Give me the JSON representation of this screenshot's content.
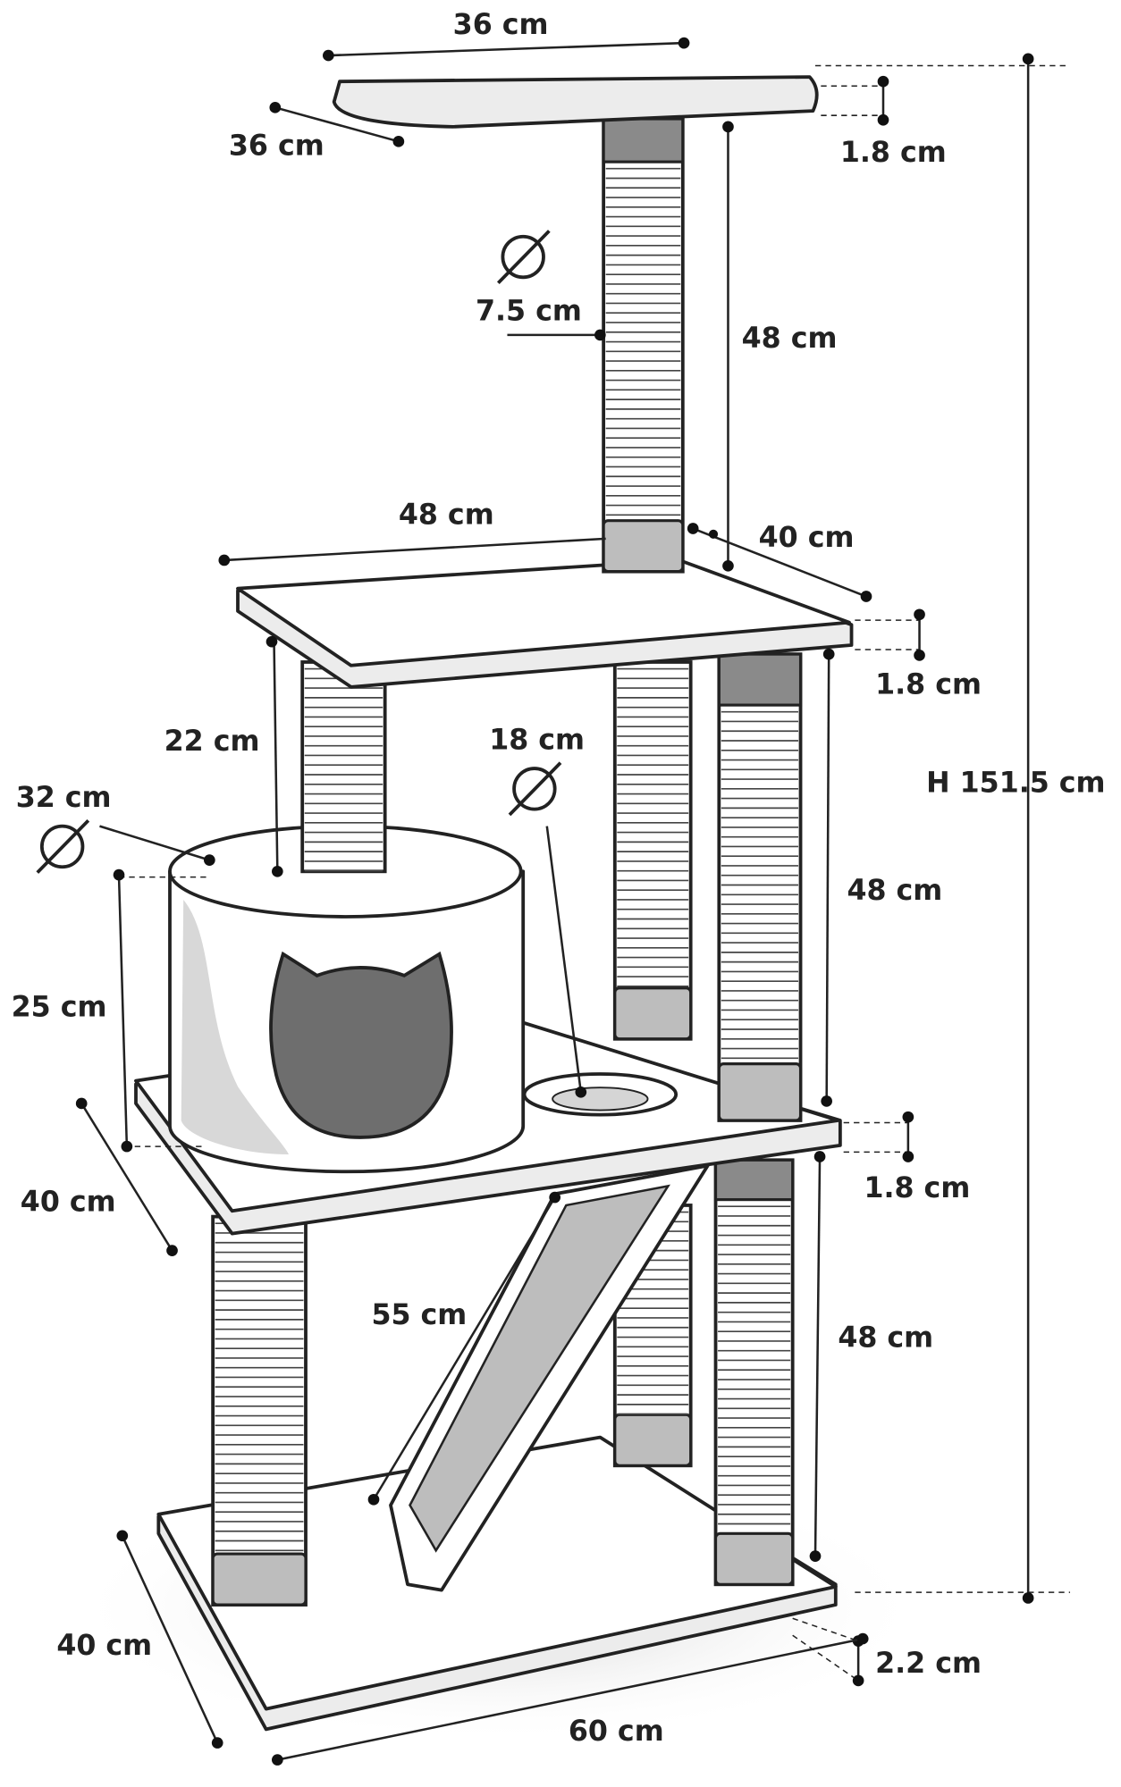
{
  "title": "Cat tree dimensions",
  "labels": {
    "top_width": "36 cm",
    "top_depth": "36 cm",
    "top_thickness": "1.8 cm",
    "post_diameter": "7.5 cm",
    "top_post_height": "48 cm",
    "mid_width": "48 cm",
    "mid_depth": "40 cm",
    "mid_thickness": "1.8 cm",
    "total_height": "H 151.5 cm",
    "upper_left_post": "22 cm",
    "hole_diameter": "18 cm",
    "house_diameter": "32 cm",
    "house_height": "25 cm",
    "mid_post_height": "48 cm",
    "lower_depth": "40 cm",
    "lower_thickness": "1.8 cm",
    "ramp_length": "55 cm",
    "lower_post_height": "48 cm",
    "base_depth": "40 cm",
    "base_thickness": "2.2 cm",
    "base_width": "60 cm"
  },
  "symbols": {
    "diameter": "diameter-icon"
  },
  "colors": {
    "board": "#ececec",
    "cap": "#bdbdbd",
    "door": "#6e6e6e"
  }
}
